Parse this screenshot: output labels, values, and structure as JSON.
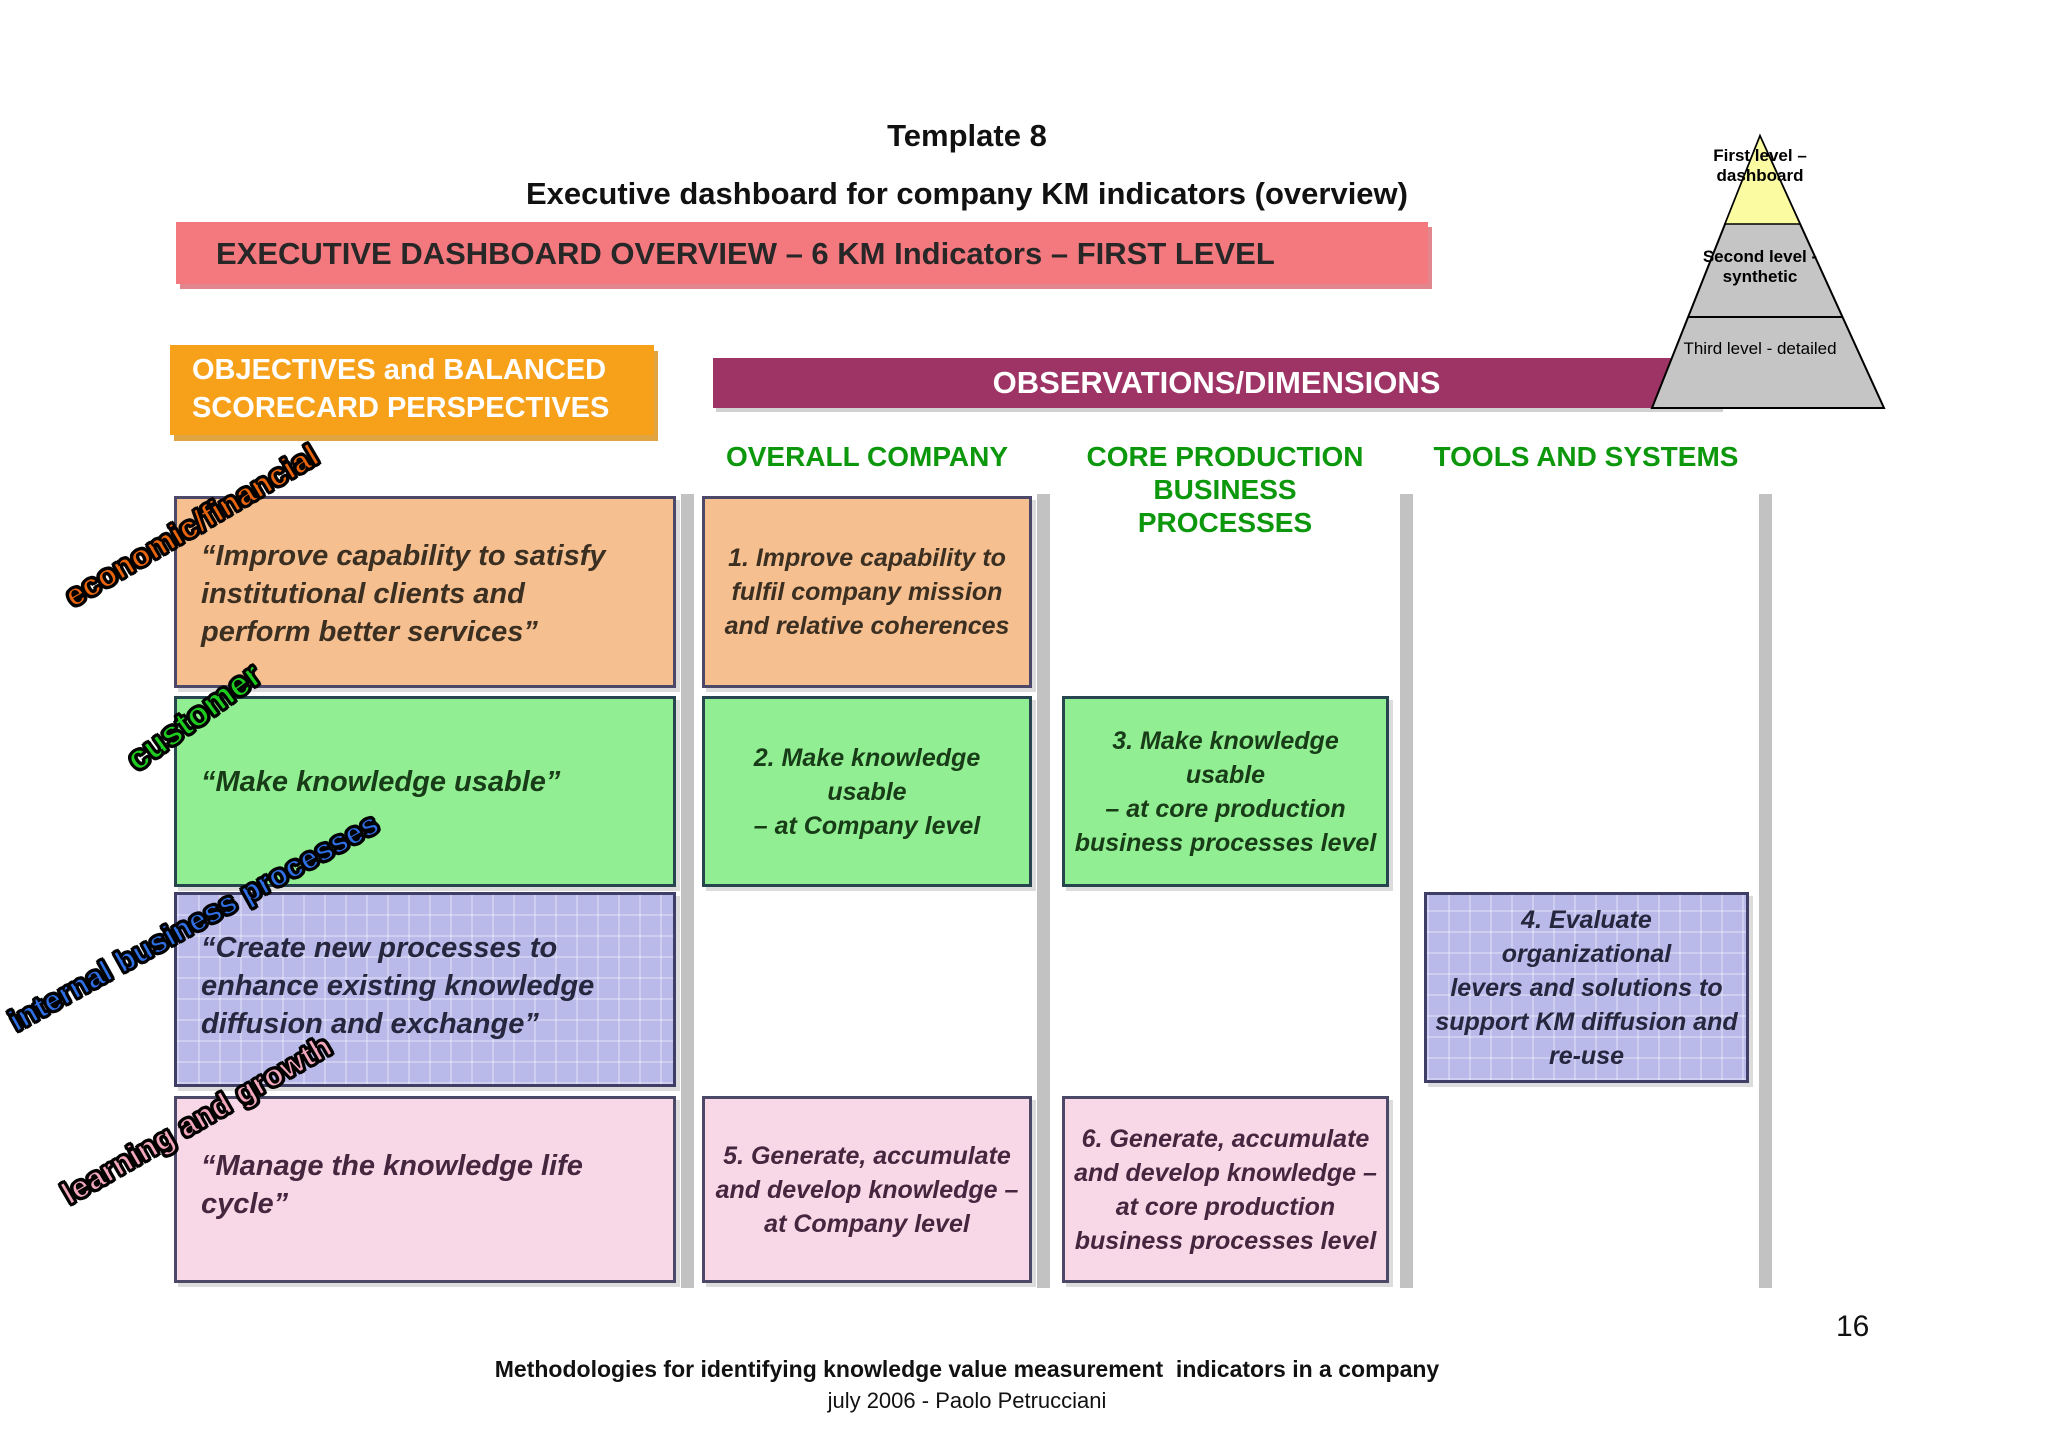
{
  "slide": {
    "kicker": "Template 8",
    "title": "Executive dashboard for company KM indicators (overview)",
    "page_number": "16",
    "footer": {
      "line1": "Methodologies for identifying knowledge value measurement  indicators in a company",
      "line2": "july 2006 - Paolo Petrucciani"
    }
  },
  "banners": {
    "main": "EXECUTIVE DASHBOARD OVERVIEW – 6 KM Indicators – FIRST LEVEL",
    "objectives": "OBJECTIVES and BALANCED\nSCORECARD PERSPECTIVES",
    "observations": "OBSERVATIONS/DIMENSIONS"
  },
  "columns": {
    "overall_company": "OVERALL COMPANY",
    "core_production": "CORE PRODUCTION\nBUSINESS\nPROCESSES",
    "tools_systems": "TOOLS AND SYSTEMS"
  },
  "perspectives": {
    "economic": {
      "label": "economic/financial",
      "color": "#e8650d"
    },
    "customer": {
      "label": "customer",
      "color": "#1ecb1e"
    },
    "internal": {
      "label": "internal business processes",
      "color": "#2f6fe4"
    },
    "learning": {
      "label": "learning and growth",
      "color": "#f2a7bb"
    }
  },
  "objectives": {
    "economic": "“Improve capability to satisfy\ninstitutional clients and\nperform better services”",
    "customer": "“Make knowledge usable”",
    "internal": "“Create new processes to\nenhance existing knowledge\ndiffusion and exchange”",
    "learning": "“Manage the knowledge life\ncycle”"
  },
  "indicators": {
    "i1": "1. Improve capability to\nfulfil company mission\nand relative coherences",
    "i2": "2. Make knowledge usable\n– at Company level",
    "i3": "3. Make knowledge usable\n– at core production\nbusiness processes level",
    "i4": "4. Evaluate organizational\nlevers and solutions to\nsupport KM diffusion and\nre-use",
    "i5": "5. Generate, accumulate\nand develop knowledge –\nat Company level",
    "i6": "6. Generate, accumulate\nand develop knowledge –\nat core production\nbusiness processes level"
  },
  "pyramid": {
    "first": "First level –\ndashboard",
    "second": "Second level -\nsynthetic",
    "third": "Third level - detailed",
    "colors": {
      "top": "#fbfba2",
      "body": "#c5c5c5",
      "outline": "#000000"
    }
  },
  "style_colors": {
    "main_banner": "#f4797f",
    "objectives_box": "#f7a11b",
    "observations_banner": "#9e3366",
    "column_header_text": "#0c970c",
    "row_economic": "#f6bf90",
    "row_customer": "#92ee92",
    "row_internal": "#b9b9ea",
    "row_learning": "#f8d8e6",
    "separator_bar": "#c2c2c2"
  }
}
